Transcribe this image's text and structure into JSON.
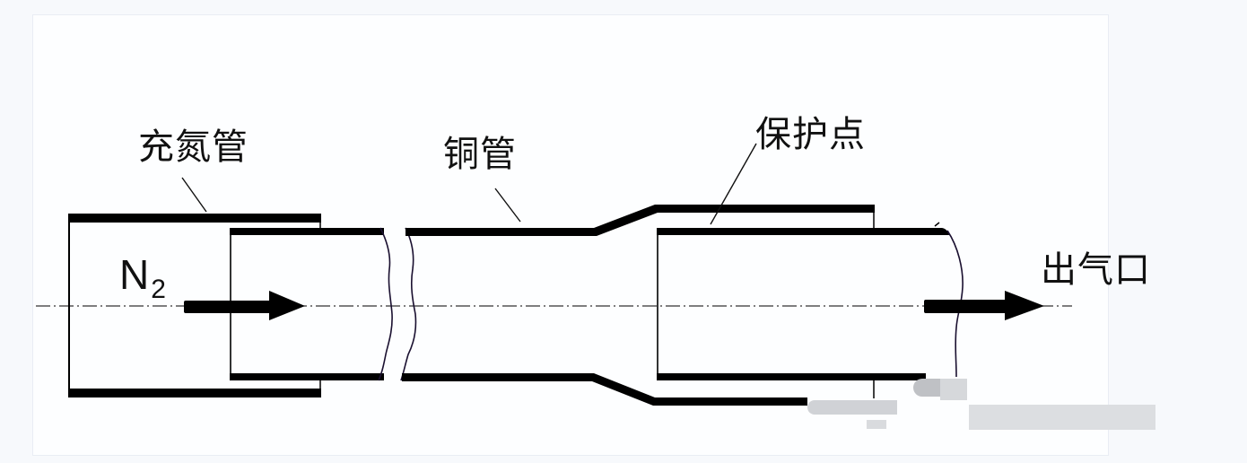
{
  "diagram": {
    "labels": {
      "nitrogen_tube": "充氮管",
      "copper_tube": "铜管",
      "protection_point": "保护点",
      "gas_outlet": "出气口",
      "gas_symbol": "N",
      "gas_subscript": "2"
    },
    "colors": {
      "stroke": "#000000",
      "background": "#fdfeff",
      "page": "#f7f9fc",
      "text": "#111111",
      "blur": "#d2d4d8"
    },
    "flow_direction": "left-to-right"
  }
}
